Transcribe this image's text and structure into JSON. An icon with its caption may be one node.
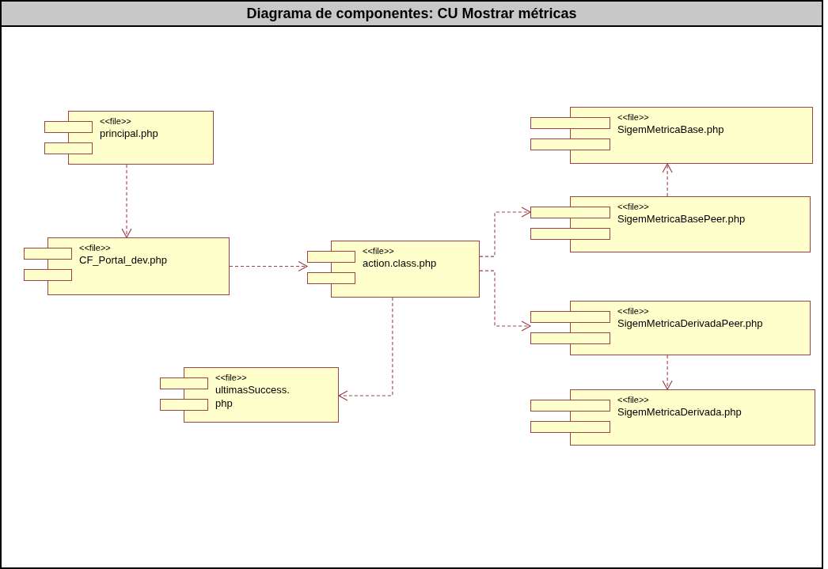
{
  "diagram": {
    "title": "Diagrama de componentes: CU Mostrar métricas",
    "nodes": [
      {
        "text": [
          "<<file>>",
          "principal.php"
        ]
      },
      {
        "text": [
          "<<file>>",
          "CF_Portal_dev.php"
        ]
      },
      {
        "text": [
          "<<file>>",
          "action.class.php"
        ]
      },
      {
        "text": [
          "<<file>>",
          "ultimasSuccess.php"
        ]
      },
      {
        "text": [
          "<<file>>",
          "SigemMetricaBase.php"
        ]
      },
      {
        "text": [
          "<<file>>",
          "SigemMetricaBasePeer.php"
        ]
      },
      {
        "text": [
          "<<file>>",
          "SigemMetricaDerivadaPeer.php"
        ]
      },
      {
        "text": [
          "<<file>>",
          "SigemMetricaDerivada.php"
        ]
      }
    ],
    "edges": [
      {
        "from": 0,
        "to": 1,
        "arrow": "to",
        "style": "dashed"
      },
      {
        "from": 1,
        "to": 2,
        "arrow": "to",
        "style": "dashed"
      },
      {
        "from": 2,
        "to": 5,
        "arrow": "to",
        "style": "dashed"
      },
      {
        "from": 2,
        "to": 6,
        "arrow": "to",
        "style": "dashed"
      },
      {
        "from": 2,
        "to": 3,
        "arrow": "to",
        "style": "dashed"
      },
      {
        "from": 5,
        "to": 4,
        "arrow": "to",
        "style": "dashed"
      },
      {
        "from": 6,
        "to": 7,
        "arrow": "to",
        "style": "dashed"
      }
    ]
  }
}
